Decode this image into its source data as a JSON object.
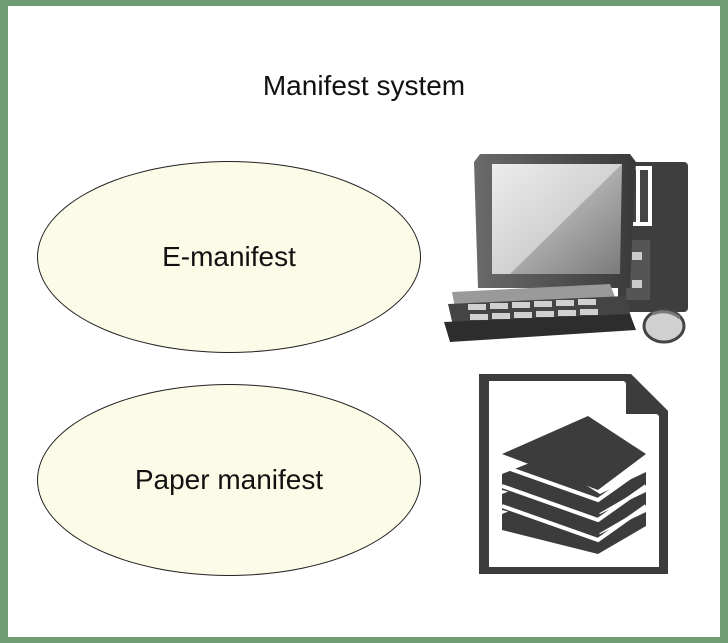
{
  "diagram": {
    "title": "Manifest system",
    "nodes": [
      {
        "label": "E-manifest",
        "icon": "computer-icon"
      },
      {
        "label": "Paper manifest",
        "icon": "paper-document-icon"
      }
    ],
    "colors": {
      "frame_border": "#6f9c72",
      "ellipse_fill": "#fcfbe7",
      "icon_dark": "#3c3c3c",
      "icon_mid": "#8c8c8c",
      "icon_light": "#d9d9d9"
    }
  }
}
